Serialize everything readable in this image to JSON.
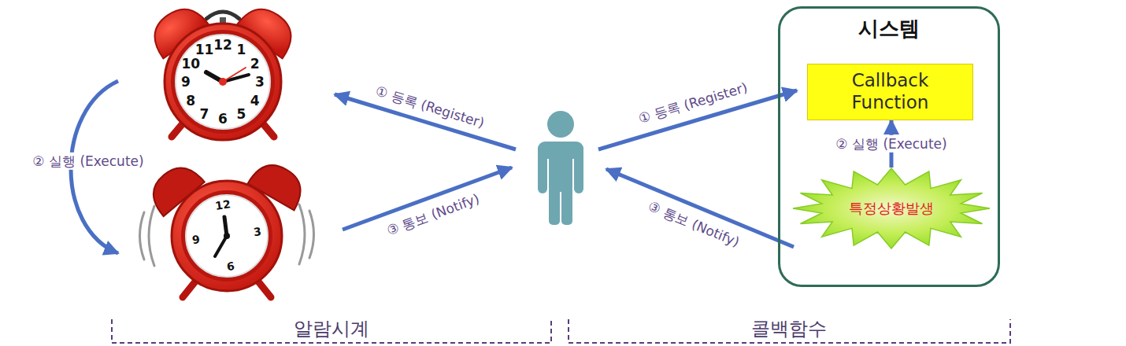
{
  "diagram": {
    "nodes": [
      {
        "text": [
          "시스템"
        ]
      },
      {
        "text": [
          "Callback Function"
        ],
        "in": 0
      },
      {
        "text": [
          "특정상황발생"
        ],
        "in": 0
      }
    ],
    "edges": [
      {
        "from": 2,
        "to": 1,
        "arrow": "to",
        "label": "② 실행 (Execute)"
      }
    ],
    "labels": [
      "12",
      "1",
      "2",
      "3",
      "4",
      "5",
      "6",
      "7",
      "8",
      "9",
      "10",
      "11",
      "① 등록 (Register)",
      "② 실행 (Execute)",
      "③ 통보 (Notify)",
      "12",
      "3",
      "6",
      "9",
      "① 등록 (Register)",
      "③ 통보 (Notify)",
      "알람시계",
      "콜백함수"
    ]
  }
}
